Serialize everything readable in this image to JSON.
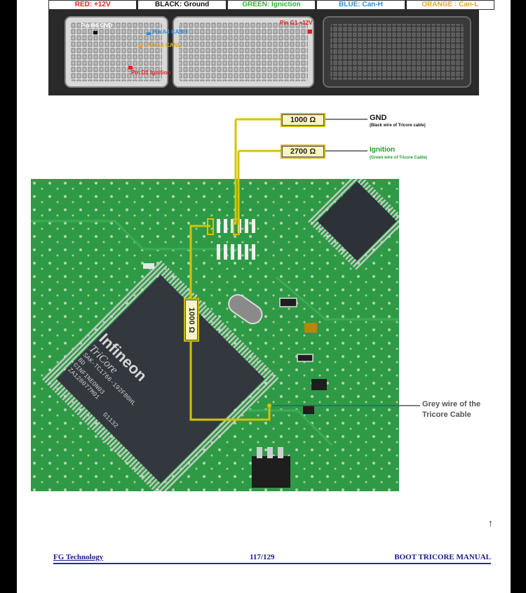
{
  "legend": [
    {
      "label": "RED: +12V",
      "color": "#e0201f"
    },
    {
      "label": "BLACK: Ground",
      "color": "#111111"
    },
    {
      "label": "GREEN: Igniction",
      "color": "#2eb336"
    },
    {
      "label": "BLUE: Can-H",
      "color": "#2f8fd8"
    },
    {
      "label": "ORANGE : Can-L",
      "color": "#e8a32a"
    }
  ],
  "connector_labels": {
    "gnd": "Pin H4 GND",
    "canh": "Pin A4 CANH",
    "canl": "Pin A3 CANL",
    "v12": "Pin G1 +12V",
    "ign": "Pin D1 Ignition"
  },
  "resistors": {
    "gnd": "1000 Ω",
    "ign": "2700 Ω",
    "vertical": "1000 Ω"
  },
  "wires": {
    "gnd_label": "GND",
    "gnd_sub": "(Black wire of Tricore cable)",
    "ign_label": "Ignition",
    "ign_sub": "(Green wire of Tricore Cable)",
    "grey_line1": "Grey wire of the",
    "grey_line2": "Tricore Cable"
  },
  "chip": {
    "brand": "Infineon",
    "logo": "TriCore",
    "part": "SAK-TC1766-192F80HL",
    "rev": "BD",
    "copyright": "©INFINEON03",
    "lot": "ZA128077M01",
    "date": "G1132"
  },
  "footer": {
    "left": "FG Technology",
    "center": "117/129",
    "right": "BOOT TRICORE MANUAL"
  },
  "arrow_glyph": "↑"
}
